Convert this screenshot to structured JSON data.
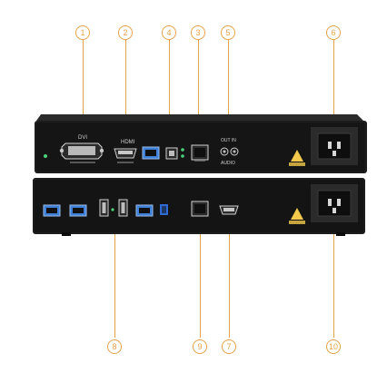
{
  "callouts": [
    "1",
    "2",
    "4",
    "3",
    "5",
    "6",
    "8",
    "9",
    "7",
    "10"
  ],
  "upper_unit": {
    "labels": {
      "dvi": "DVI",
      "hdmi": "HDMI",
      "out_in": "OUT IN",
      "audio": "AUDIO"
    }
  },
  "colors": {
    "callout": "#e2a24a",
    "chassis": "#1f1f1f",
    "panel": "#161616",
    "sfp_blue": "#3f7fd6",
    "led_green": "#49d17a"
  },
  "icons": [
    "dvi-port-icon",
    "hdmi-port-icon",
    "sfp-port-icon",
    "usb-b-port-icon",
    "rj45-port-icon",
    "audio-jack-icon",
    "power-inlet-icon",
    "usb-a-port-icon",
    "dip-switch-icon",
    "warning-label-icon"
  ]
}
